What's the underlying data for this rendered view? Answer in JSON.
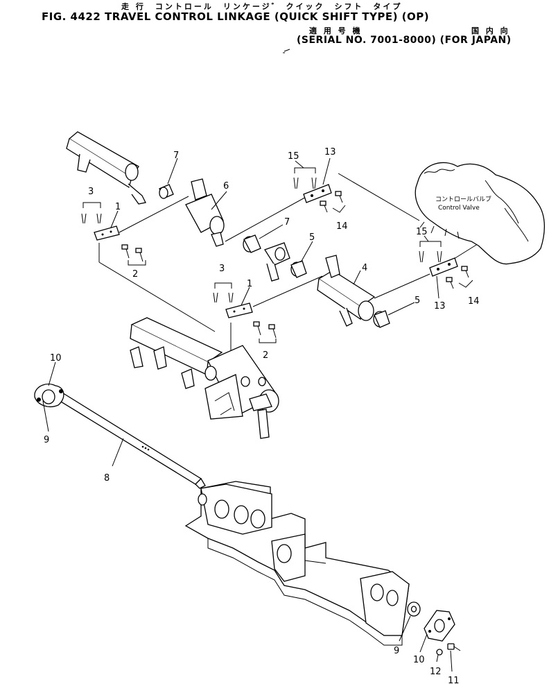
{
  "header": {
    "jp_title": "走 行　コントロール　リンケージ゛ クイック　シフト　タイプ",
    "fig_title": "FIG. 4422  TRAVEL CONTROL LINKAGE (QUICK SHIFT TYPE) (OP)",
    "jp_applicability": "適 用 号 機",
    "jp_destination": "国 内 向",
    "serial": "(SERIAL NO. 7001-8000) (FOR JAPAN)"
  },
  "callouts": {
    "control_valve_jp": "コントロールバルブ",
    "control_valve_en": "Control Valve"
  },
  "parts": [
    {
      "id": "p3a",
      "label": "3"
    },
    {
      "id": "p1a",
      "label": "1"
    },
    {
      "id": "p7a",
      "label": "7"
    },
    {
      "id": "p6",
      "label": "6"
    },
    {
      "id": "p2a",
      "label": "2"
    },
    {
      "id": "p15a",
      "label": "15"
    },
    {
      "id": "p13a",
      "label": "13"
    },
    {
      "id": "p14a",
      "label": "14"
    },
    {
      "id": "p7b",
      "label": "7"
    },
    {
      "id": "p5a",
      "label": "5"
    },
    {
      "id": "p3b",
      "label": "3"
    },
    {
      "id": "p1b",
      "label": "1"
    },
    {
      "id": "p4",
      "label": "4"
    },
    {
      "id": "p15b",
      "label": "15"
    },
    {
      "id": "p13b",
      "label": "13"
    },
    {
      "id": "p14b",
      "label": "14"
    },
    {
      "id": "p5b",
      "label": "5"
    },
    {
      "id": "p2b",
      "label": "2"
    },
    {
      "id": "p10a",
      "label": "10"
    },
    {
      "id": "p9a",
      "label": "9"
    },
    {
      "id": "p8",
      "label": "8"
    },
    {
      "id": "p9b",
      "label": "9"
    },
    {
      "id": "p10b",
      "label": "10"
    },
    {
      "id": "p12",
      "label": "12"
    },
    {
      "id": "p11",
      "label": "11"
    }
  ]
}
